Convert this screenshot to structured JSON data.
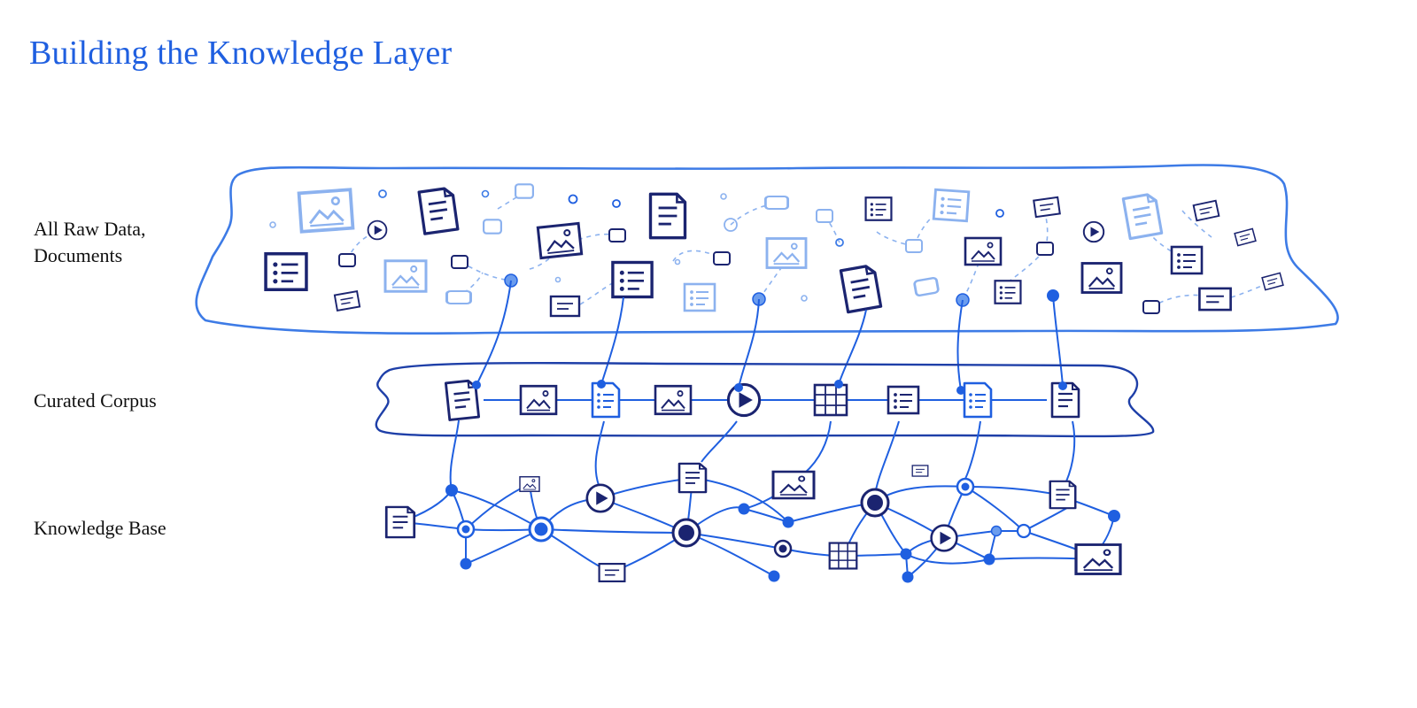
{
  "title": "Building the Knowledge Layer",
  "layers": {
    "raw": {
      "line1": "All Raw Data,",
      "line2": "Documents"
    },
    "corpus": "Curated Corpus",
    "knowledge_base": "Knowledge Base"
  },
  "colors": {
    "title": "#1f5fe0",
    "navy": "#1b2470",
    "blue": "#1f5fe0",
    "light_blue": "#8cb2ef",
    "outline": "#3d7be6"
  },
  "corpus_items": [
    "document-icon",
    "image-icon",
    "list-doc-icon",
    "image-icon",
    "play-icon",
    "table-icon",
    "list-icon",
    "list-doc-icon",
    "document-icon"
  ]
}
